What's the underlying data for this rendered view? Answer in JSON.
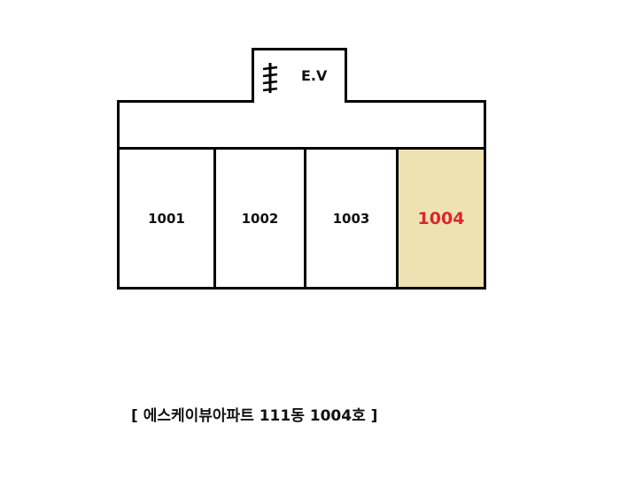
{
  "floor_plan": {
    "elevator_label": "E.V",
    "units": [
      {
        "label": "1001",
        "highlighted": false
      },
      {
        "label": "1002",
        "highlighted": false
      },
      {
        "label": "1003",
        "highlighted": false
      },
      {
        "label": "1004",
        "highlighted": true
      }
    ],
    "highlight_fill": "#efe2b2",
    "highlight_text_color": "#e0242c"
  },
  "caption": "[ 에스케이뷰아파트 111동 1004호 ]",
  "icons": {
    "stairs": "stairs-icon"
  }
}
